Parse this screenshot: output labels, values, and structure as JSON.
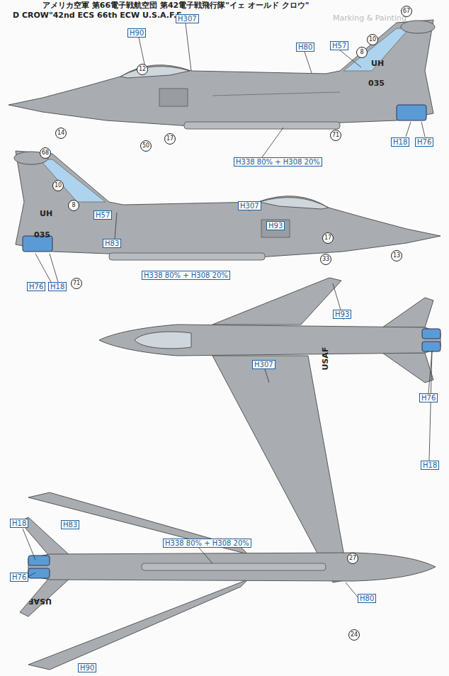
{
  "diagram": {
    "title": "アメリカ空軍 第66電子戦航空団 第42電子戦飛行隊\"イェ オールド クロウ\"",
    "labels": [
      "Marking & Painting",
      "D CROW\"42nd ECS 66th ECW U.S.A.F.E",
      "12",
      "H90",
      "H307",
      "H80",
      "H57",
      "10",
      "8",
      "67",
      "UH",
      "035",
      "71",
      "H18",
      "H76",
      "H338 80% + H308 20%",
      "14",
      "50",
      "17",
      "68",
      "10",
      "8",
      "H57",
      "UH",
      "035",
      "H83",
      "H307",
      "H93",
      "17",
      "33",
      "13",
      "H76",
      "H18",
      "71",
      "H338 80% + H308 20%",
      "H93",
      "USAF",
      "H307",
      "H76",
      "H18",
      "H80",
      "H18",
      "H83",
      "H76",
      "H338 80% + H308 20%",
      "27",
      "24",
      "USAF",
      "H90"
    ]
  }
}
